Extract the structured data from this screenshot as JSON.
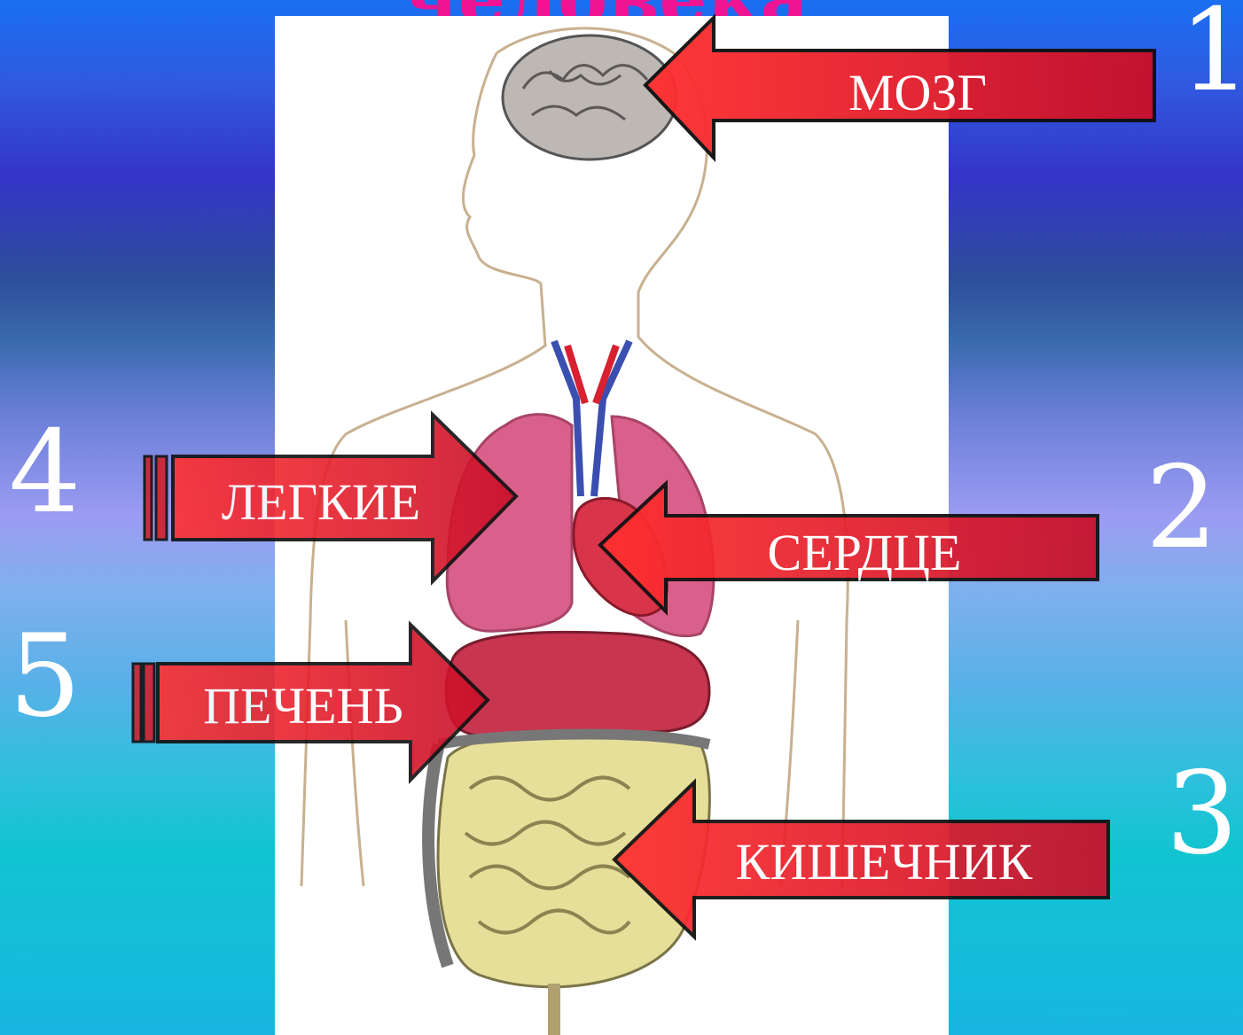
{
  "slide": {
    "title_partial": "человека"
  },
  "numbers": {
    "n1": "1",
    "n2": "2",
    "n3": "3",
    "n4": "4",
    "n5": "5"
  },
  "labels": {
    "brain": "МОЗГ",
    "heart": "СЕРДЦЕ",
    "intestine": "КИШЕЧНИК",
    "lungs": "ЛЕГКИЕ",
    "liver": "ПЕЧЕНЬ"
  },
  "colors": {
    "arrow_red": "#e8202c",
    "title_pink": "#ee1493",
    "lungs_pink": "#d9608a",
    "liver_red": "#c8354e",
    "intestine_yellow": "#e6df9a"
  }
}
